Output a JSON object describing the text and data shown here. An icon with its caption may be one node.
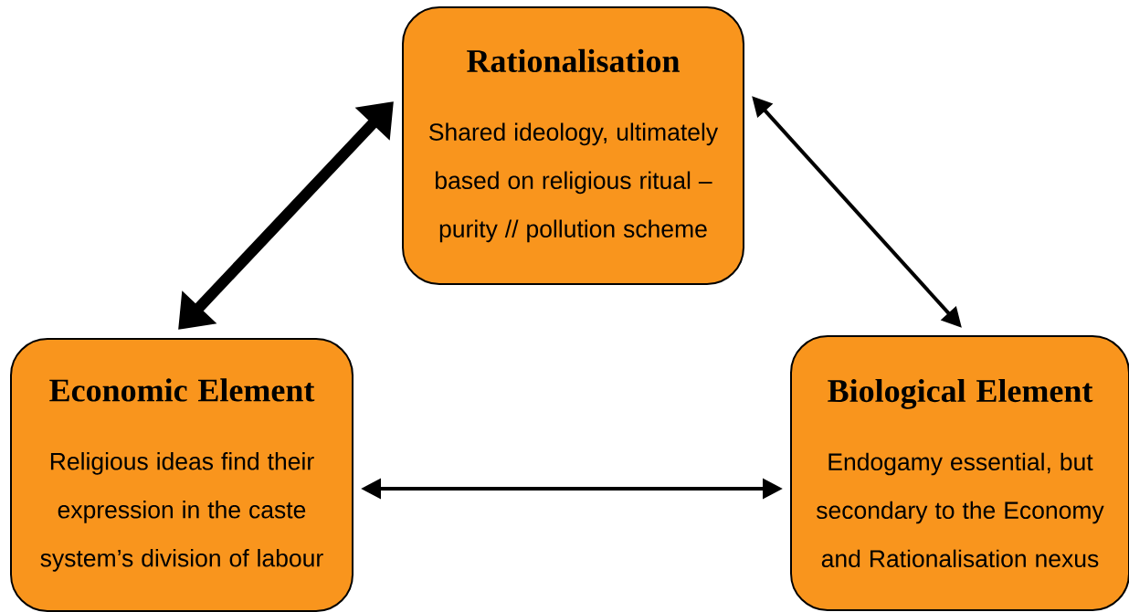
{
  "diagram": {
    "nodes": [
      {
        "text": [
          "Rationalisation",
          "Shared ideology, ultimately based on religious ritual – purity // pollution scheme"
        ]
      },
      {
        "text": [
          "Economic Element",
          "Religious ideas find their expression in the caste system’s division of labour"
        ]
      },
      {
        "text": [
          "Biological Element",
          "Endogamy essential, but secondary to the Economy and Rationalisation nexus"
        ]
      }
    ],
    "edges": [
      {
        "from": 0,
        "to": 1,
        "arrow": "both",
        "style": "thick"
      },
      {
        "from": 0,
        "to": 2,
        "arrow": "both"
      },
      {
        "from": 1,
        "to": 2,
        "arrow": "both"
      }
    ]
  }
}
